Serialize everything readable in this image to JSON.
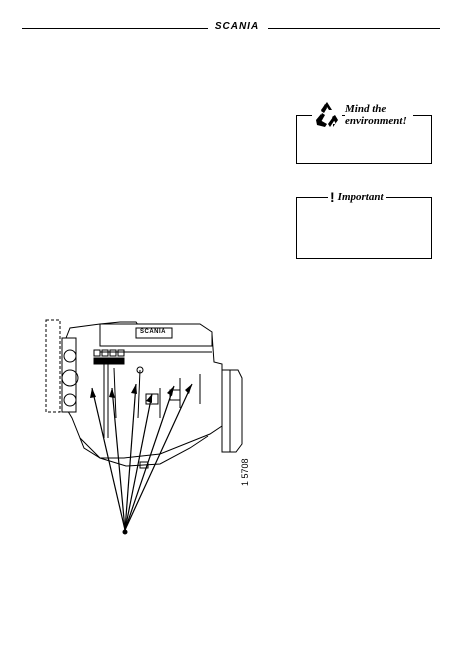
{
  "header": {
    "brand": "SCANIA"
  },
  "notices": {
    "environment": {
      "title_line1": "Mind the",
      "title_line2": "environment!",
      "icon": "recycle-icon"
    },
    "important": {
      "title": "Important",
      "icon": "exclamation-icon"
    }
  },
  "figure": {
    "id": "1 5708",
    "engine_brand": "SCANIA"
  }
}
